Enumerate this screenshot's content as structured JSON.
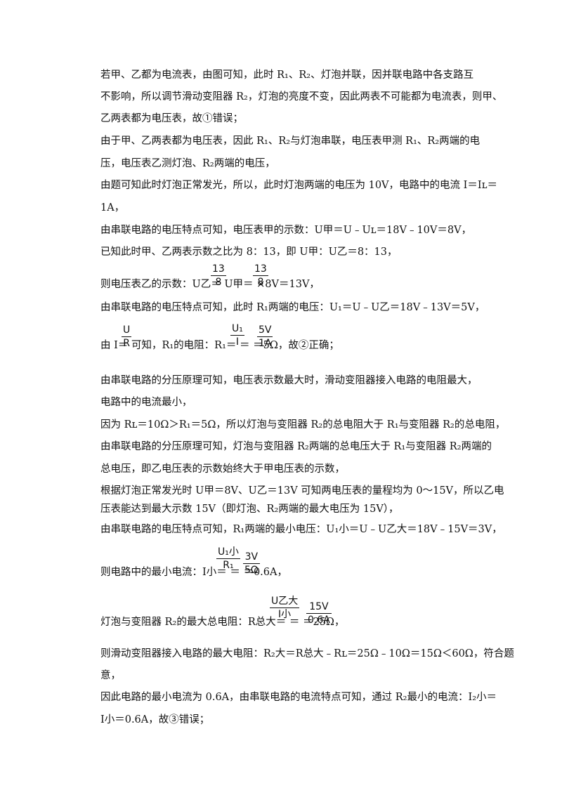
{
  "lines": {
    "l1": "若甲、乙都为电流表，由图可知，此时 R₁、R₂、灯泡并联，因并联电路中各支路互",
    "l2": "不影响，所以调节滑动变阻器 R₂，灯泡的亮度不变，因此两表不可能都为电流表，则甲、",
    "l3": "乙两表都为电压表，故①错误；",
    "l4": "由于甲、乙两表都为电压表，因此 R₁、R₂与灯泡串联，电压表甲测 R₁、R₂两端的电",
    "l5": "压，电压表乙测灯泡、R₂两端的电压，",
    "l6": "由题可知此时灯泡正常发光，所以，此时灯泡两端的电压为 10V，电路中的电流 I＝Iʟ＝",
    "l7": "1A，",
    "l8": "由串联电路的电压特点可知，电压表甲的示数：U甲＝U﹣Uʟ＝18V﹣10V＝8V，",
    "l9": "已知此时甲、乙两表示数之比为 8：13，即 U甲：U乙＝8：13，",
    "l10": "则电压表乙的示数：U乙＝        U甲＝      ×8V＝13V，",
    "l11": "由串联电路的电压特点可知，此时 R₁两端的电压：U₁＝U﹣U乙＝18V﹣13V＝5V，",
    "l12": "由 I＝   可知，R₁的电阻：R₁＝      ＝      ＝5Ω，故②正确；",
    "l13": "由串联电路的分压原理可知，电压表示数最大时，滑动变阻器接入电路的电阻最大，",
    "l14": "电路中的电流最小，",
    "l15": "因为 Rʟ＝10Ω＞R₁＝5Ω，所以灯泡与变阻器 R₂的总电阻大于 R₁与变阻器 R₂的总电阻，",
    "l16": "由串联电路的分压原理可知，灯泡与变阻器 R₂两端的总电压大于 R₁与变阻器 R₂两端的",
    "l17": "总电压，即乙电压表的示数始终大于甲电压表的示数，",
    "l18": "根据灯泡正常发光时 U甲＝8V、U乙＝13V 可知两电压表的量程均为 0～15V，所以乙电",
    "l19": "压表能达到最大示数 15V（即灯泡、R₂两端的最大电压为 15V），",
    "l20": "由串联电路的电压特点可知，R₁两端的最小电压：U₁小＝U﹣U乙大＝18V﹣15V＝3V，",
    "l21": "则电路中的最小电流：I小＝         ＝      ＝0.6A，",
    "l22": "灯泡与变阻器 R₂的最大总电阻：R总大＝         ＝        ＝25Ω，",
    "l23": "则滑动变阻器接入电路的最大电阻：R₂大＝R总大﹣Rʟ＝25Ω﹣10Ω＝15Ω＜60Ω，符合题",
    "l24": "意，",
    "l25": "因此电路的最小电流为 0.6A，由串联电路的电流特点可知，通过 R₂最小的电流：I₂小＝",
    "l26": "I小＝0.6A，故③错误；"
  },
  "fractions": {
    "f1": {
      "num": "13",
      "den": "8"
    },
    "f2": {
      "num": "13",
      "den": "8"
    },
    "f3": {
      "num": "U",
      "den": "R"
    },
    "f4": {
      "num": "U₁",
      "den": "I"
    },
    "f5": {
      "num": "5V",
      "den": "1A"
    },
    "f6": {
      "num": "U₁小",
      "den": "R₁"
    },
    "f7": {
      "num": "3V",
      "den": "5Ω"
    },
    "f8": {
      "num": "U乙大",
      "den": "I小"
    },
    "f9": {
      "num": "15V",
      "den": "0.6A"
    }
  }
}
